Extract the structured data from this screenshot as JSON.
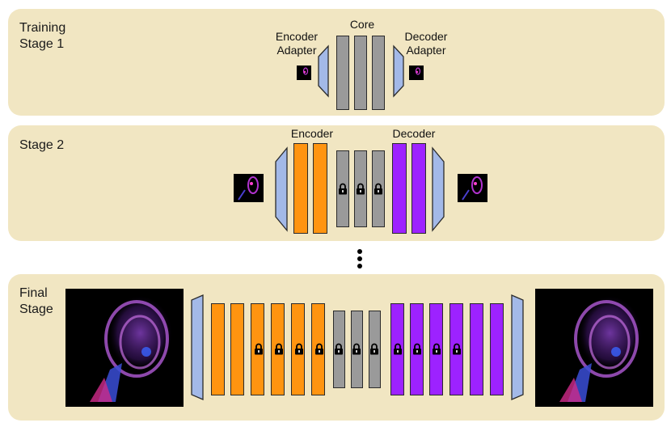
{
  "stage1": {
    "label": "Training\nStage 1",
    "encoder_adapter_label": "Encoder\nAdapter",
    "core_label": "Core",
    "decoder_adapter_label": "Decoder\nAdapter"
  },
  "stage2": {
    "label": "Stage 2",
    "encoder_label": "Encoder",
    "decoder_label": "Decoder"
  },
  "final": {
    "label": "Final\nStage"
  },
  "colors": {
    "panel": "#f1e6c2",
    "core_block": "#9a9a9a",
    "encoder_block": "#ff9410",
    "decoder_block": "#9d22ff",
    "adapter": "#a3b9e8"
  },
  "icons": [
    "lock-icon",
    "ellipsis-vertical-icon",
    "microscopy-thumbnail"
  ]
}
